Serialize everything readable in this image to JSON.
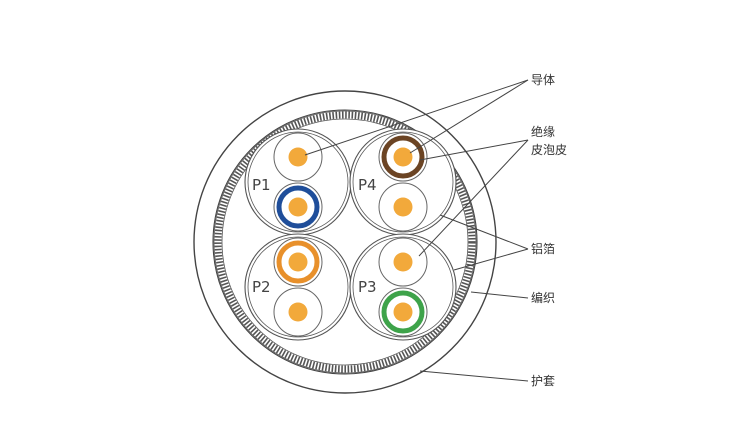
{
  "pairs": [
    {
      "label": "P1",
      "colors": [
        "#ffffff",
        "#1f4e9a"
      ]
    },
    {
      "label": "P4",
      "colors": [
        "#6b4424",
        "#ffffff"
      ]
    },
    {
      "label": "P2",
      "colors": [
        "#e8902b",
        "#ffffff"
      ]
    },
    {
      "label": "P3",
      "colors": [
        "#ffffff",
        "#3ea34a"
      ]
    }
  ],
  "callouts": [
    {
      "key": "conductor",
      "text": "导体"
    },
    {
      "key": "insulation1",
      "text": "绝缘"
    },
    {
      "key": "insulation2",
      "text": "皮泡皮"
    },
    {
      "key": "foil",
      "text": "铝箔"
    },
    {
      "key": "braid",
      "text": "编织"
    },
    {
      "key": "jacket",
      "text": "护套"
    }
  ],
  "colors": {
    "conductor": "#f2a93b",
    "line": "#444444",
    "braid": "#777777"
  }
}
